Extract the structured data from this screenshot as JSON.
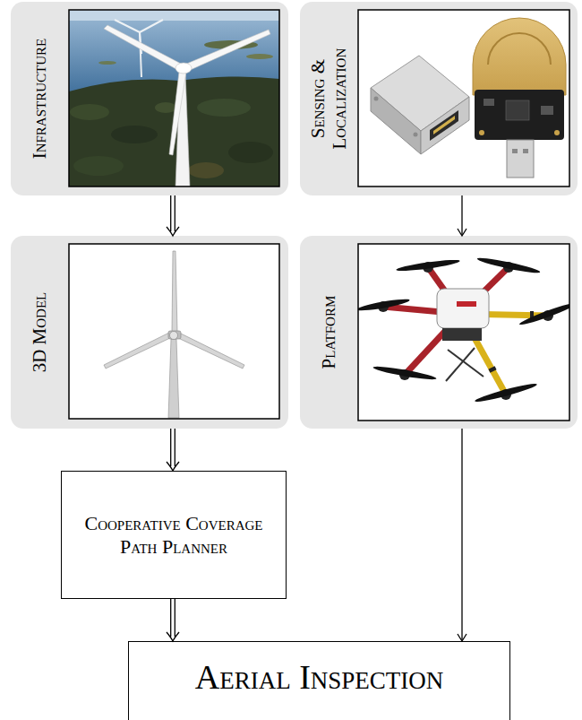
{
  "diagram": {
    "nodes": [
      {
        "text": [
          "Infrastructure"
        ]
      },
      {
        "text": [
          "Sensing & Localization"
        ]
      },
      {
        "text": [
          "3D Model"
        ]
      },
      {
        "text": [
          "Platform"
        ]
      },
      {
        "text": [
          "Cooperative Coverage Path Planner"
        ]
      },
      {
        "text": [
          "Aerial Inspection"
        ]
      }
    ],
    "edges": [
      {
        "from": 0,
        "to": 2,
        "arrow": "to"
      },
      {
        "from": 1,
        "to": 3,
        "arrow": "to"
      },
      {
        "from": 2,
        "to": 4,
        "arrow": "to"
      },
      {
        "from": 4,
        "to": 5,
        "arrow": "to"
      },
      {
        "from": 3,
        "to": 5,
        "arrow": "to"
      }
    ]
  }
}
